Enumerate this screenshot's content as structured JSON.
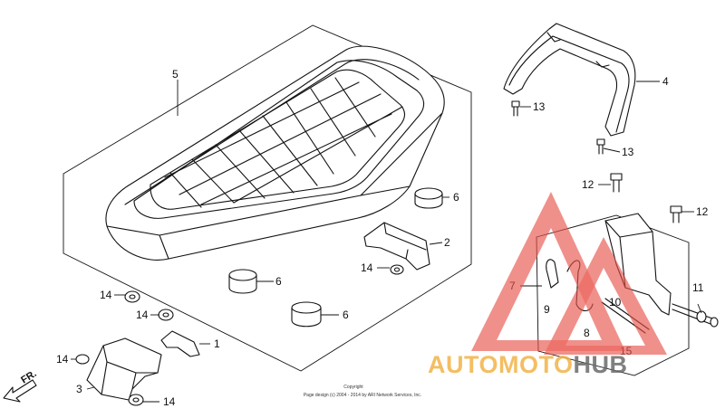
{
  "diagram": {
    "callouts": {
      "c1": "1",
      "c2": "2",
      "c3": "3",
      "c4": "4",
      "c5": "5",
      "c6a": "6",
      "c6b": "6",
      "c6c": "6",
      "c7": "7",
      "c8": "8",
      "c9": "9",
      "c10": "10",
      "c11": "11",
      "c12a": "12",
      "c12b": "12",
      "c13a": "13",
      "c13b": "13",
      "c14a": "14",
      "c14b": "14",
      "c14c": "14",
      "c14d": "14",
      "c14e": "14",
      "c15": "15"
    },
    "direction_label": "FR.",
    "copyright_line1": "Copyright",
    "copyright_line2": "Page design (c) 2004 - 2014 by ARI Network Services, Inc."
  },
  "watermark": {
    "part1": "AUTOMOTO",
    "part2": "HUB",
    "colors": {
      "red": "#e8524a",
      "orange": "#f2b347",
      "gray": "#6b6b6b"
    }
  }
}
